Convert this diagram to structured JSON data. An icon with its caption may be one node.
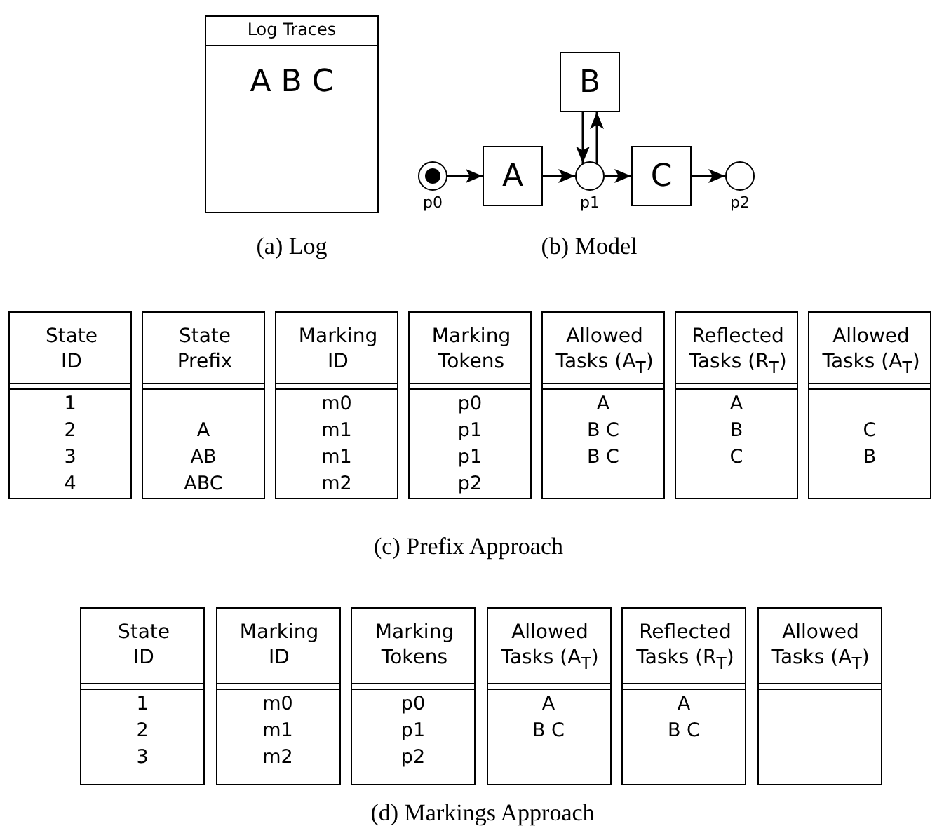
{
  "diagram": {
    "nodes": [
      {
        "text": [
          "Log Traces",
          "A B C"
        ]
      },
      {
        "text": [],
        "shape": "circle",
        "beside": [
          "p0"
        ]
      },
      {
        "text": [
          "A"
        ]
      },
      {
        "text": [],
        "shape": "circle",
        "beside": [
          "p1"
        ]
      },
      {
        "text": [
          "B"
        ]
      },
      {
        "text": [
          "C"
        ]
      },
      {
        "text": [],
        "shape": "circle",
        "beside": [
          "p2"
        ]
      },
      {
        "text": [
          "State ID"
        ]
      },
      {
        "text": [
          "State Prefix"
        ]
      },
      {
        "text": [
          "Marking ID"
        ]
      },
      {
        "text": [
          "Marking Tokens"
        ]
      },
      {
        "text": [
          "Allowed Tasks (A$_{T}$)"
        ]
      },
      {
        "text": [
          "Reflected Tasks (R$_{T}$)"
        ]
      },
      {
        "text": [
          "Allowed Tasks (A$_{T}$)"
        ]
      },
      {
        "text": [
          "State ID"
        ]
      },
      {
        "text": [
          "Marking ID"
        ]
      },
      {
        "text": [
          "Marking Tokens"
        ]
      },
      {
        "text": [
          "Allowed Tasks (A$_{T}$)"
        ]
      },
      {
        "text": [
          "Reflected Tasks (R$_{T}$)"
        ]
      },
      {
        "text": [
          "Allowed Tasks (A$_{T}$)"
        ]
      }
    ],
    "edges": [
      {
        "from": 1,
        "to": 2,
        "arrow": "to"
      },
      {
        "from": 2,
        "to": 3,
        "arrow": "to"
      },
      {
        "from": 4,
        "to": 3,
        "arrow": "to"
      },
      {
        "from": 3,
        "to": 4,
        "arrow": "to"
      },
      {
        "from": 3,
        "to": 5,
        "arrow": "to"
      },
      {
        "from": 5,
        "to": 6,
        "arrow": "to"
      }
    ],
    "labels": [
      "(a) Log",
      "(b) Model",
      "1",
      "m0",
      "p0",
      "A",
      "A",
      "2",
      "A",
      "m1",
      "p1",
      "B C",
      "B",
      "C",
      "3",
      "AB",
      "m1",
      "p1",
      "B C",
      "C",
      "B",
      "4",
      "ABC",
      "m2",
      "p2",
      "(c) Prefix Approach",
      "1",
      "m0",
      "p0",
      "A",
      "A",
      "2",
      "m1",
      "p1",
      "B C",
      "B C",
      "3",
      "m2",
      "p2",
      "(d) Markings Approach"
    ]
  }
}
